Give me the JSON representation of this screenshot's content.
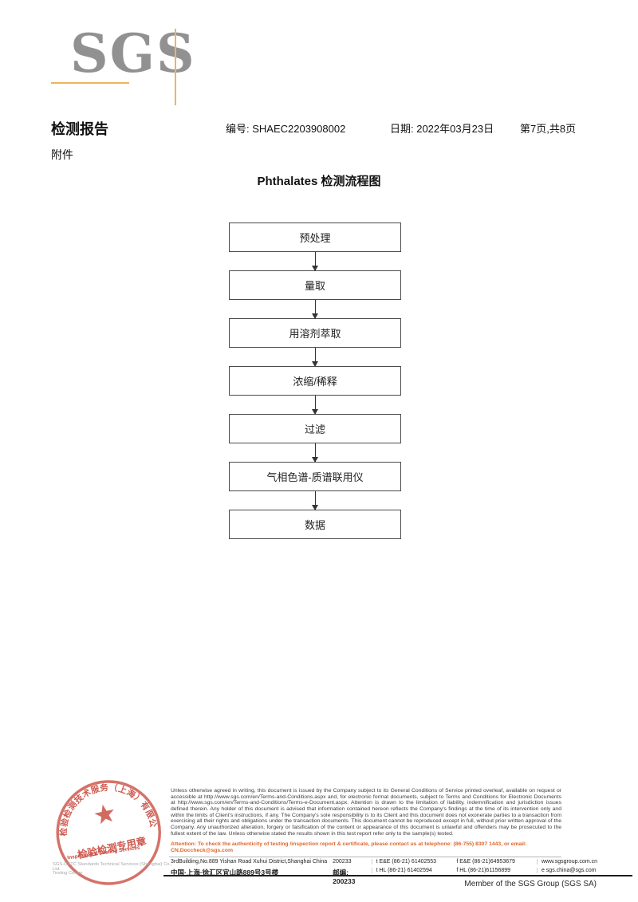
{
  "logo": {
    "text": "SGS"
  },
  "header": {
    "report_title": "检测报告",
    "report_no": "编号: SHAEC2203908002",
    "date": "日期: 2022年03月23日",
    "page": "第7页,共8页",
    "attachment": "附件"
  },
  "flowchart": {
    "title": "Phthalates 检测流程图",
    "steps": [
      "预处理",
      "量取",
      "用溶剂萃取",
      "浓缩/稀释",
      "过滤",
      "气相色谱-质谱联用仪",
      "数据"
    ]
  },
  "stamp": {
    "ring_text": "检验检测技术服务（上海）有限公司",
    "band_text": "检验检测专用章",
    "subtitle": "Inspection & Testing Services",
    "company_en_1": "SGS-CSTC Standards Technical Services (Shanghai) Co., Ltd.",
    "company_en_2": "Testing Center"
  },
  "footer": {
    "disclaimer": "Unless otherwise agreed in writing, this document is issued by the Company subject to its General Conditions of Service printed overleaf, available on request or accessible at http://www.sgs.com/en/Terms-and-Conditions.aspx and, for electronic format documents, subject to Terms and Conditions for Electronic Documents at http://www.sgs.com/en/Terms-and-Conditions/Terms-e-Document.aspx. Attention is drawn to the limitation of liability, indemnification and jurisdiction issues defined therein. Any holder of this document is advised that information contained hereon reflects the Company's findings at the time of its intervention only and within the limits of Client's instructions, if any. The Company's sole responsibility is to its Client and this document does not exonerate parties to a transaction from exercising all their rights and obligations under the transaction documents. This document cannot be reproduced except in full, without prior written approval of the Company. Any unauthorized alteration, forgery or falsification of the content or appearance of this document is unlawful and offenders may be prosecuted to the fullest extent of the law. Unless otherwise stated the results shown in this test report refer only to the sample(s) tested.",
    "attention": "Attention: To check the authenticity of testing /inspection report & certificate, please contact us at telephone: (86-755) 8307 1443, or email: CN.Doccheck@sgs.com",
    "address_en": "3rdBuilding,No.889 Yishan Road Xuhui District,Shanghai China",
    "postcode_en": "200233",
    "phone_en_t": "t E&E (86-21) 61402553",
    "phone_en_f": "f E&E (86-21)64953679",
    "website": "www.sgsgroup.com.cn",
    "address_cn": "中国·上海·徐汇区宜山路889号3号楼",
    "postcode_cn": "邮编: 200233",
    "phone_cn_t": "t HL (86-21) 61402594",
    "phone_cn_f": "f HL (86-21)61156899",
    "email": "e  sgs.china@sgs.com",
    "member": "Member of the SGS Group (SGS SA)"
  }
}
